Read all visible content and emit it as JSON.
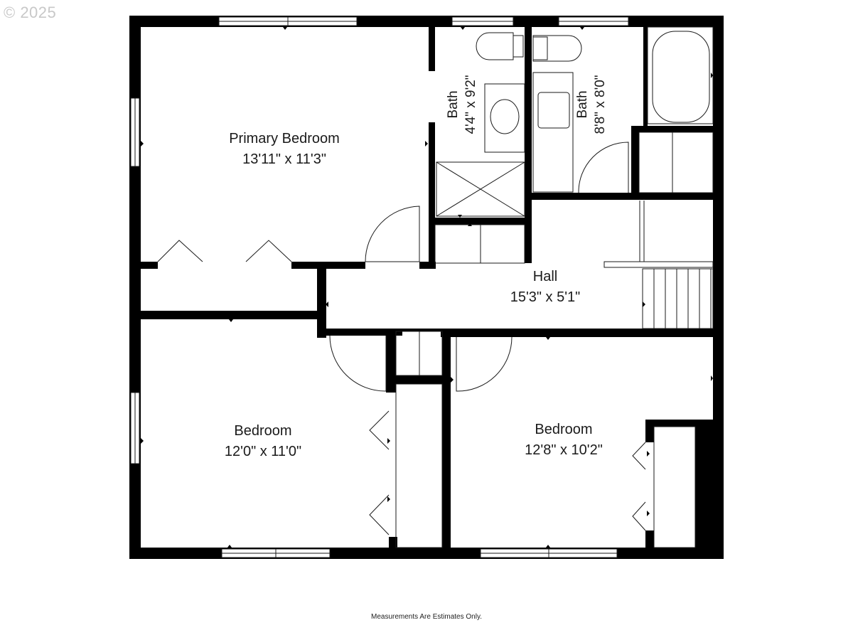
{
  "copyright": "© 2025",
  "rooms": {
    "primary_bedroom": {
      "name": "Primary Bedroom",
      "dims": "13'11\" x 11'3\""
    },
    "bath_small": {
      "name": "Bath",
      "dims": "4'4\" x 9'2\""
    },
    "bath_large": {
      "name": "Bath",
      "dims": "8'8\" x 8'0\""
    },
    "hall": {
      "name": "Hall",
      "dims": "15'3\" x 5'1\""
    },
    "bedroom_left": {
      "name": "Bedroom",
      "dims": "12'0\" x 11'0\""
    },
    "bedroom_right": {
      "name": "Bedroom",
      "dims": "12'8\" x 10'2\""
    }
  },
  "footer_note": "Measurements Are Estimates Only.",
  "colors": {
    "wall": "#000000",
    "background": "#ffffff",
    "fixture_line": "#1a1a1a",
    "copyright": "#c8c8c8"
  }
}
